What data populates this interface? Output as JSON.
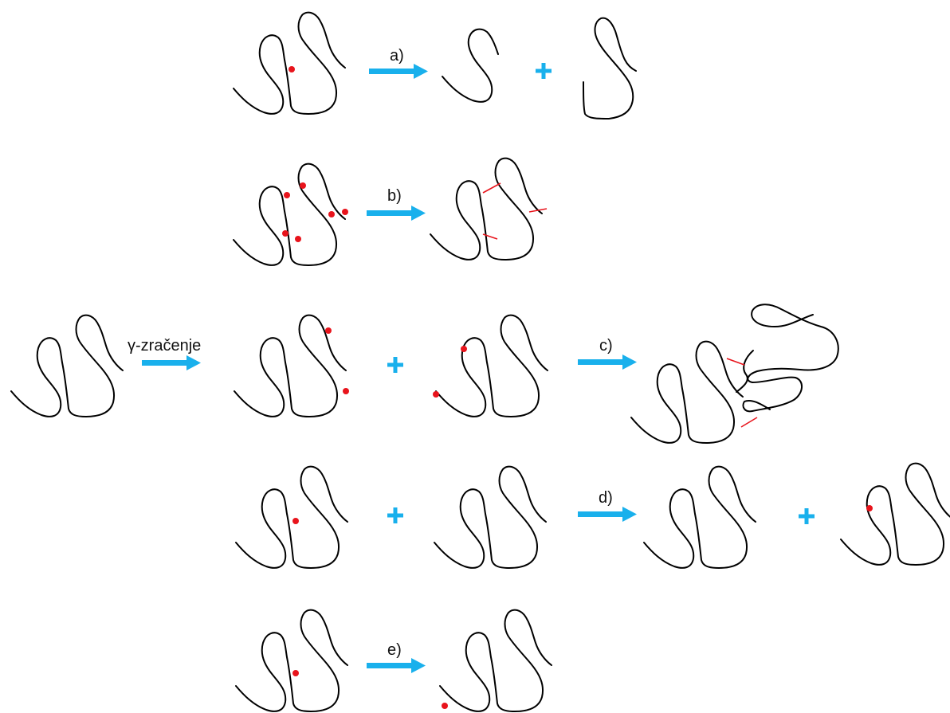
{
  "radiation_label": "γ-zračenje",
  "reactions": [
    {
      "id": "a",
      "label": "a)"
    },
    {
      "id": "b",
      "label": "b)"
    },
    {
      "id": "c",
      "label": "c)"
    },
    {
      "id": "d",
      "label": "d)"
    },
    {
      "id": "e",
      "label": "e)"
    }
  ],
  "colors": {
    "arrow": "#19b0ec",
    "plus": "#19b0ec",
    "chain": "#000000",
    "radical": "#e8141c",
    "crosslink": "#e8141c"
  }
}
